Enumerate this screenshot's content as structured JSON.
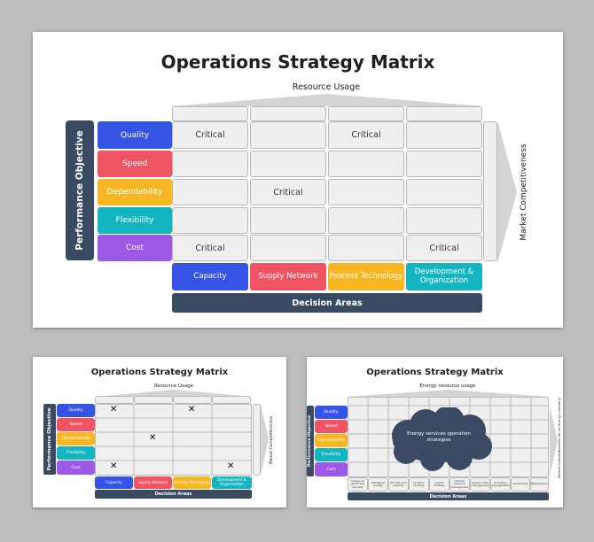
{
  "main": {
    "title": "Operations Strategy Matrix",
    "top_label": "Resource Usage",
    "left_label": "Performance Objective",
    "right_label": "Market Competitiveness",
    "bottom_label": "Decision Areas",
    "objectives": [
      "Quality",
      "Speed",
      "Dependability",
      "Flexibility",
      "Cost"
    ],
    "areas": [
      "Capacity",
      "Supply Network",
      "Process Technology",
      "Development & Organization"
    ],
    "critical": "Critical"
  },
  "small_left": {
    "title": "Operations Strategy Matrix",
    "top_label": "Resource Usage",
    "left_label": "Performance Objective",
    "right_label": "Market Competitiveness",
    "bottom_label": "Decision Areas",
    "objectives": [
      "Quality",
      "Speed",
      "Dependability",
      "Flexibility",
      "Cost"
    ],
    "areas": [
      "Capacity",
      "Supply Network",
      "Process Technology",
      "Development & Organization"
    ],
    "mark": "✕"
  },
  "small_right": {
    "title": "Operations Strategy Matrix",
    "top_label": "Energy resource usage",
    "left_label": "Performance Objective",
    "right_label": "Market competitiveness for an energy company",
    "bottom_label": "Decision Areas",
    "objectives": [
      "Quality",
      "Speed",
      "Dependability",
      "Flexibility",
      "Cost"
    ],
    "areas": [
      "Design of goods and services",
      "Managing quality",
      "Process and capacity",
      "Location strategy",
      "Layout strategy",
      "Human resource management",
      "Supply chain management",
      "Inventory management",
      "Scheduling",
      "Maintenance"
    ],
    "cloud_text": "Energy services operation strategies"
  },
  "colors": {
    "quality": "#3554e6",
    "speed": "#f05462",
    "dependability": "#f6b722",
    "flexibility": "#13b5c0",
    "cost": "#9b59e6",
    "navy": "#3b4a63"
  }
}
